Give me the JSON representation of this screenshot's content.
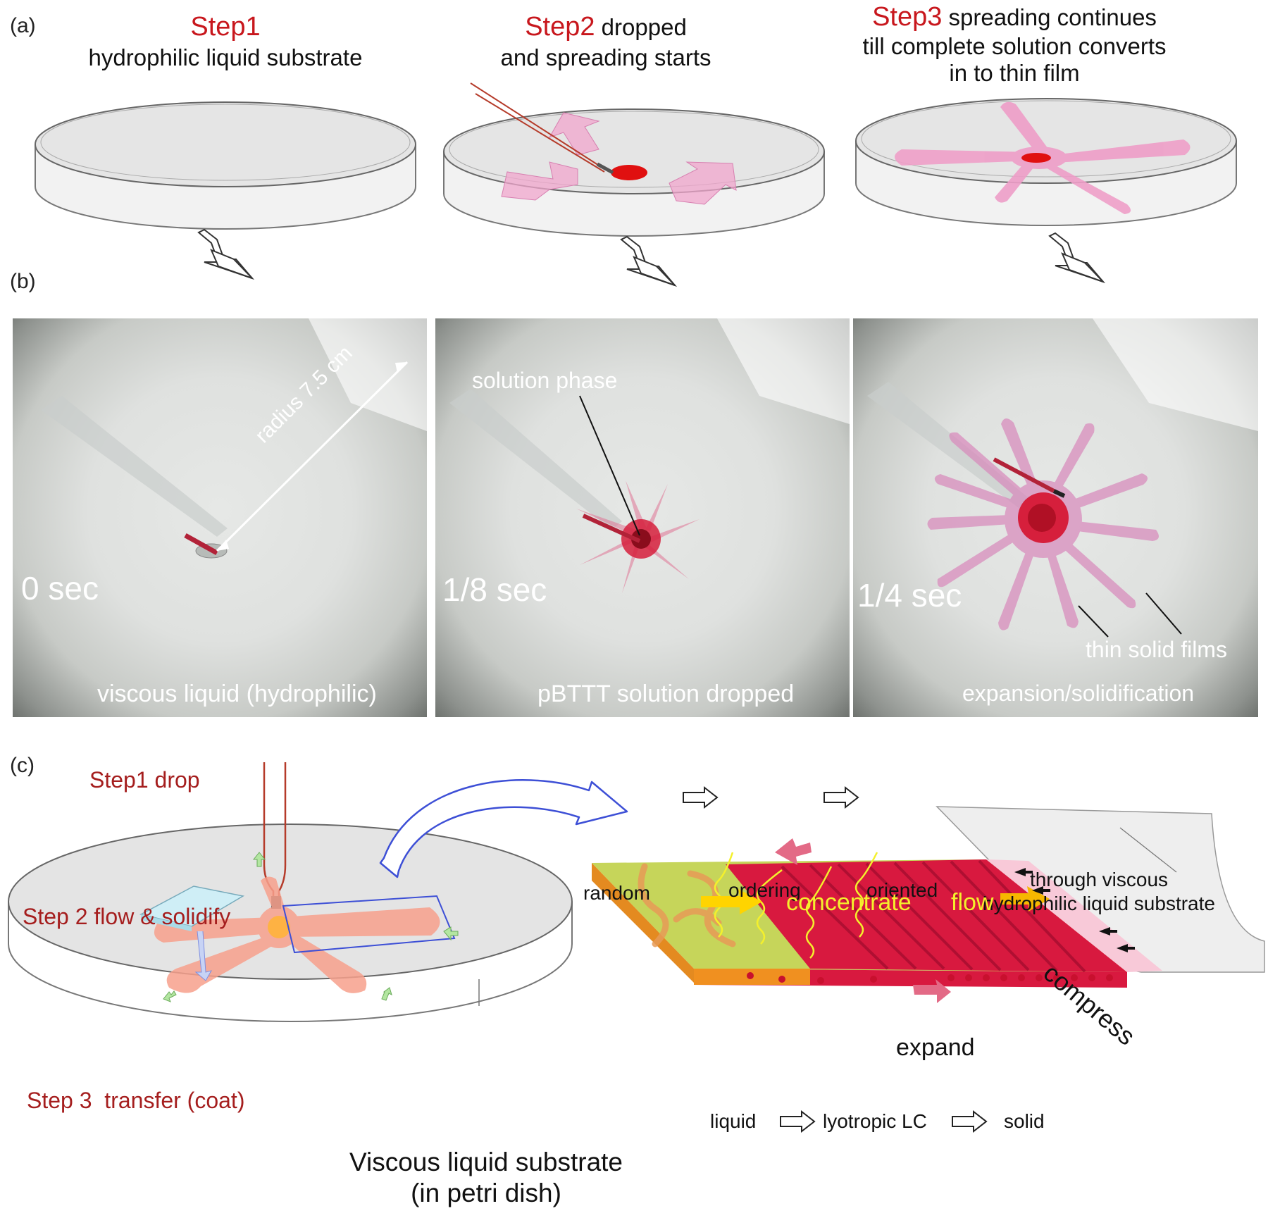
{
  "panel_a": {
    "label": "(a)",
    "steps": [
      {
        "step": "Step1",
        "line1": "",
        "line2": "hydrophilic liquid substrate",
        "line3": ""
      },
      {
        "step": "Step2",
        "line1": " dropped",
        "line2": "and spreading starts",
        "line3": ""
      },
      {
        "step": "Step3",
        "line1": " spreading continues",
        "line2": "till complete solution converts",
        "line3": "in to thin film"
      }
    ]
  },
  "panel_b": {
    "label": "(b)",
    "photos": [
      {
        "time": "0 sec",
        "caption": "viscous liquid (hydrophilic)",
        "annotation": "radius 7.5 cm"
      },
      {
        "time": "1/8 sec",
        "caption": "pBTTT solution dropped",
        "annotation": "solution phase"
      },
      {
        "time": "1/4 sec",
        "caption": "expansion/solidification",
        "annotation": "thin solid films"
      }
    ]
  },
  "panel_c": {
    "label": "(c)",
    "step1": "Step1 drop",
    "step2": "Step 2 flow & solidify",
    "step3": "Step 3  transfer (coat)",
    "substrate_line1": "Viscous liquid substrate",
    "substrate_line2": "(in petri dish)",
    "top_flow": [
      "random",
      "ordering",
      "oriented"
    ],
    "bottom_flow": [
      "liquid",
      "lyotropic LC",
      "solid"
    ],
    "through_line1": "through viscous",
    "through_line2": "hydrophilic liquid substrate",
    "concentrate": "concentrate",
    "flow": "flow",
    "compress": "compress",
    "expand": "expand"
  },
  "colors": {
    "step_red": "#c8171d",
    "film_pink": "#f0a6cc",
    "drop_red": "#e01010",
    "yellow": "#ffd400",
    "crimson": "#c5133c",
    "arrow_blue": "#3d4fd6"
  }
}
